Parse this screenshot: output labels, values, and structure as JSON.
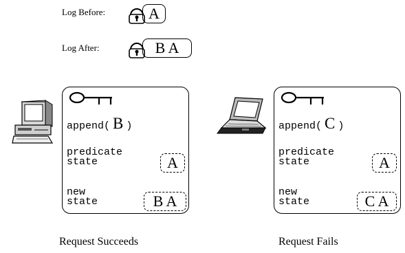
{
  "log": {
    "before_label": "Log Before:",
    "before_value": "A",
    "after_label": "Log After:",
    "after_value": "B A"
  },
  "left": {
    "append_prefix": "append(",
    "append_arg": "B",
    "append_suffix": ")",
    "predicate_label_1": "predicate",
    "predicate_label_2": "state",
    "predicate_value": "A",
    "new_label_1": "new",
    "new_label_2": "state",
    "new_value": "B A",
    "caption": "Request Succeeds"
  },
  "right": {
    "append_prefix": "append(",
    "append_arg": "C",
    "append_suffix": ")",
    "predicate_label_1": "predicate",
    "predicate_label_2": "state",
    "predicate_value": "A",
    "new_label_1": "new",
    "new_label_2": "state",
    "new_value": "C A",
    "caption": "Request Fails"
  },
  "icons": [
    "lock-icon",
    "key-icon",
    "desktop-computer-icon",
    "laptop-computer-icon"
  ]
}
